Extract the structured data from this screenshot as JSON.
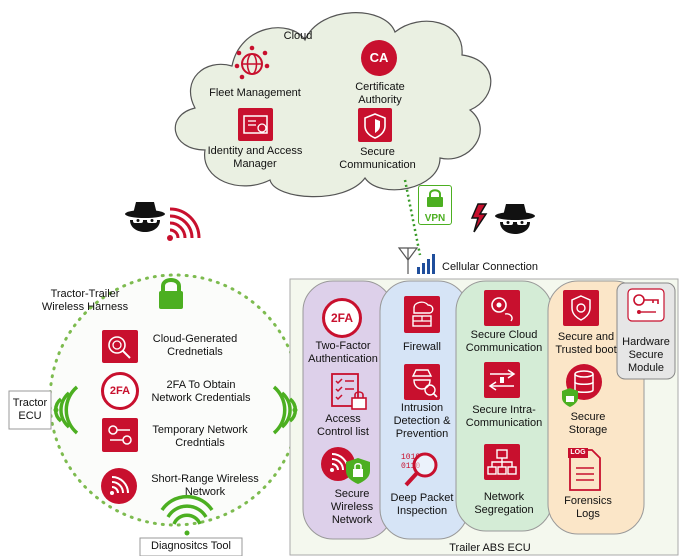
{
  "cloud": {
    "title": "Cloud",
    "fleet": "Fleet Management",
    "ca_badge": "CA",
    "ca_line1": "Certificate",
    "ca_line2": "Authority",
    "iam_line1": "Identity and Access",
    "iam_line2": "Manager",
    "sc_line1": "Secure",
    "sc_line2": "Communication"
  },
  "vpn": "VPN",
  "cellular": "Cellular Connection",
  "harness": {
    "title_line1": "Tractor-Trailer",
    "title_line2": "Wireless Harness",
    "item1_line1": "Cloud-Generated",
    "item1_line2": "Crednetials",
    "item2_badge": "2FA",
    "item2_line1": "2FA To Obtain",
    "item2_line2": "Network Credentials",
    "item3_line1": "Temporary Network",
    "item3_line2": "Credntials",
    "item4_line1": "Short-Range Wireless",
    "item4_line2": "Network"
  },
  "tractor": {
    "line1": "Tractor",
    "line2": "ECU"
  },
  "diag_tool": "Diagnositcs Tool",
  "ecu": {
    "title": "Trailer ABS ECU",
    "col1": {
      "badge": "2FA",
      "tfa_line1": "Two-Factor",
      "tfa_line2": "Authentication",
      "acl_line1": "Access",
      "acl_line2": "Control list",
      "swn_line1": "Secure",
      "swn_line2": "Wireless",
      "swn_line3": "Network"
    },
    "col2": {
      "firewall": "Firewall",
      "ids_line1": "Intrusion",
      "ids_line2": "Detection &",
      "ids_line3": "Prevention",
      "binary_line1": "1010",
      "binary_line2": "0110",
      "dpi_line1": "Deep Packet",
      "dpi_line2": "Inspection"
    },
    "col3": {
      "scc_line1": "Secure Cloud",
      "scc_line2": "Communication",
      "sic_line1": "Secure Intra-",
      "sic_line2": "Communication",
      "ns_line1": "Network",
      "ns_line2": "Segregation"
    },
    "col4": {
      "stb_line1": "Secure and",
      "stb_line2": "Trusted boot",
      "ss_line1": "Secure",
      "ss_line2": "Storage",
      "log_badge": "LOG",
      "fl_line1": "Forensics",
      "fl_line2": "Logs"
    },
    "hsm": {
      "line1": "Hardware",
      "line2": "Secure",
      "line3": "Module"
    }
  },
  "colors": {
    "brand_red": "#c8102e",
    "green": "#4caf21",
    "cloud_fill": "#eaf0e2",
    "col1_fill": "#ddd0ea",
    "col2_fill": "#d6e4f6",
    "col3_fill": "#d4ecd6",
    "col4_fill": "#fbe6c8",
    "hsm_fill": "#e6e6e6",
    "ecu_fill": "#f4f8ee",
    "dark_icon": "#111111",
    "cellular_blue": "#1f4e9c"
  },
  "icons": [
    "cloud-shape",
    "globe-network-icon",
    "ca-icon",
    "identity-card-icon",
    "shield-icon",
    "hacker-icon",
    "wireless-icon",
    "padlock-icon",
    "antenna-icon",
    "signal-bars-icon",
    "fingerprint-icon",
    "2fa-icon",
    "swap-icon",
    "wifi-icon",
    "checklist-icon",
    "firewall-icon",
    "intruder-icon",
    "magnifier-icon",
    "gear-lock-icon",
    "arrows-icon",
    "network-tree-icon",
    "chip-lock-icon",
    "database-icon",
    "log-document-icon",
    "key-icon"
  ]
}
